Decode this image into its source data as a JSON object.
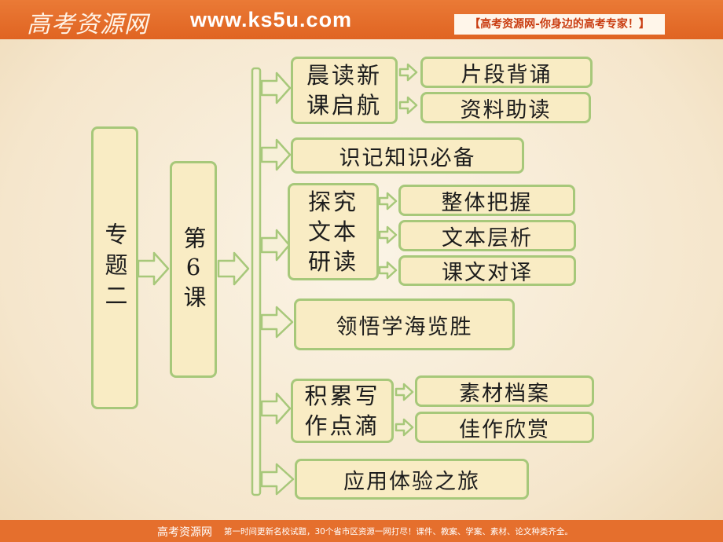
{
  "header": {
    "logo": "高考资源网",
    "site": "www.ks5u.com",
    "slogan": "【高考资源网-你身边的高考专家！】"
  },
  "footer": {
    "logo": "高考资源网",
    "text": "第一时间更新名校试题，30个省市区资源一网打尽！课件、教案、学案、素材、论文种类齐全。"
  },
  "diagram": {
    "topic": "专题二",
    "lesson": "第6课",
    "sections": [
      {
        "label": "晨读新\n课启航",
        "children": [
          "片段背诵",
          "资料助读"
        ]
      },
      {
        "label": "识记知识必备",
        "children": []
      },
      {
        "label": "探究\n文本\n研读",
        "children": [
          "整体把握",
          "文本层析",
          "课文对译"
        ]
      },
      {
        "label": "领悟学海览胜",
        "children": []
      },
      {
        "label": "积累写\n作点滴",
        "children": [
          "素材档案",
          "佳作欣赏"
        ]
      },
      {
        "label": "应用体验之旅",
        "children": []
      }
    ]
  },
  "colors": {
    "border": "#a7c87a",
    "fill": "#f9ecc4",
    "header": "#e56f2d"
  }
}
